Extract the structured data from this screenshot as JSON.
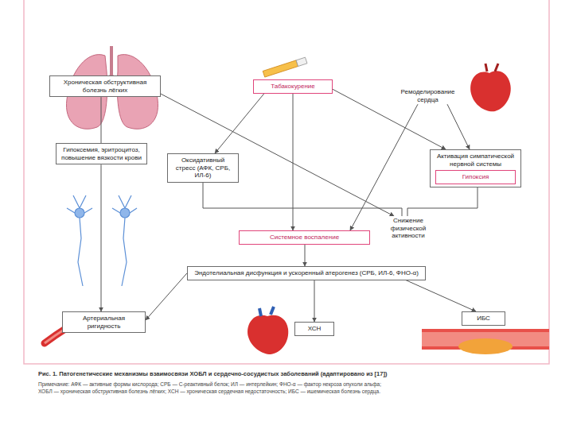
{
  "diagram": {
    "caption": "Рис. 1. Патогенетические механизмы взаимосвязи ХОБЛ и сердечно-сосудистых заболеваний (адаптировано из [17])",
    "nodes": [
      {
        "text": [
          "Хроническая обструктивная болезнь лёгких"
        ]
      },
      {
        "text": [
          "Табакокурение"
        ]
      },
      {
        "text": [
          "Ремоделирование сердца"
        ]
      },
      {
        "text": [
          "Гипоксемия, эритроцитоз, повышение вязкости крови"
        ]
      },
      {
        "text": [
          "Оксидативный стресс (АФК, СРБ, ИЛ-6)"
        ]
      },
      {
        "text": [
          "Активация симпатической нервной системы"
        ]
      },
      {
        "text": [
          "Гипоксия"
        ],
        "in": 5
      },
      {
        "text": [
          "Снижение физической активности"
        ]
      },
      {
        "text": [
          "Системное воспаление"
        ]
      },
      {
        "text": [
          "Эндотелиальная дисфункция и ускоренный атерогенез (СРБ, ИЛ-6, ФНО-α)"
        ]
      },
      {
        "text": [
          "Артериальная ригидность"
        ]
      },
      {
        "text": [
          "ХСН"
        ]
      },
      {
        "text": [
          "ИБС"
        ]
      }
    ],
    "edges": [
      {
        "from": 0,
        "to": 3,
        "arrow": "none"
      },
      {
        "from": 3,
        "to": 10,
        "arrow": "to"
      },
      {
        "from": 1,
        "to": 4,
        "arrow": "to"
      },
      {
        "from": 1,
        "to": 8,
        "arrow": "to"
      },
      {
        "from": 1,
        "to": 5,
        "arrow": "to"
      },
      {
        "from": 0,
        "to": 7,
        "arrow": "to"
      },
      {
        "from": 2,
        "to": 8,
        "arrow": "to"
      },
      {
        "from": 2,
        "to": 5,
        "arrow": "to"
      },
      {
        "from": 4,
        "to": 7,
        "arrow": "none"
      },
      {
        "from": 5,
        "to": 7,
        "arrow": "none"
      },
      {
        "from": 8,
        "to": 9,
        "arrow": "to"
      },
      {
        "from": 9,
        "to": 10,
        "arrow": "to"
      },
      {
        "from": 9,
        "to": 11,
        "arrow": "to"
      },
      {
        "from": 9,
        "to": 12,
        "arrow": "to"
      }
    ],
    "labels": [
      "Примечание: АФК — активные формы кислорода; СРБ — С-реактивный белок; ИЛ — интерлейкин; ФНО-α — фактор некроза опухоли альфа;",
      "ХОБЛ — хроническая обструктивная болезнь лёгких; ХСН — хроническая сердечная недостаточность; ИБС — ишемическая болезнь сердца."
    ]
  }
}
